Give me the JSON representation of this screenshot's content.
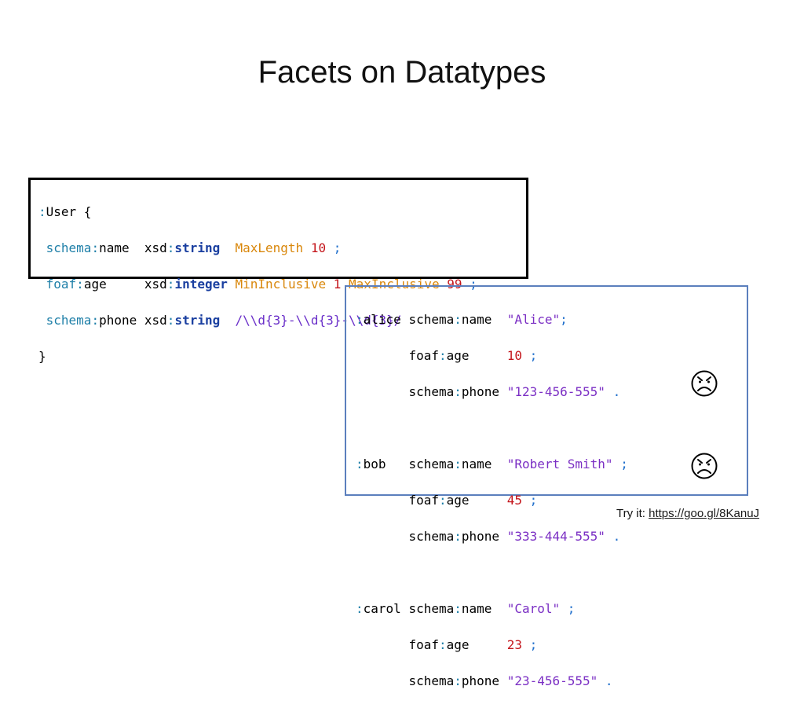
{
  "slide": {
    "title": "Facets on Datatypes"
  },
  "schema": {
    "line1": {
      "prefix": ":",
      "name": "User",
      "rest": " {"
    },
    "line2": {
      "indent": " ",
      "pfx": "schema",
      "colon": ":",
      "local": "name",
      "gap": "  ",
      "tpfx": "xsd",
      "tcolon": ":",
      "tlocal": "string",
      "gap2": "  ",
      "facet1": "MaxLength",
      "sp1": " ",
      "val1": "10",
      "sp2": " ",
      "end": ";"
    },
    "line3": {
      "indent": " ",
      "pfx": "foaf",
      "colon": ":",
      "local": "age",
      "gap": "     ",
      "tpfx": "xsd",
      "tcolon": ":",
      "tlocal": "integer",
      "gap2": " ",
      "facet1": "MinInclusive",
      "sp1": " ",
      "val1": "1",
      "sp2": " ",
      "facet2": "MaxInclusive",
      "sp3": " ",
      "val2": "99",
      "sp4": " ",
      "end": ";"
    },
    "line4": {
      "indent": " ",
      "pfx": "schema",
      "colon": ":",
      "local": "phone",
      "gap": " ",
      "tpfx": "xsd",
      "tcolon": ":",
      "tlocal": "string",
      "gap2": "  ",
      "regex": "/\\\\d{3}-\\\\d{3}-\\\\d{3}/"
    },
    "line5": "}"
  },
  "data": {
    "alice": {
      "subject": "alice",
      "name_value": "\"Alice\"",
      "name_end": ";",
      "age_value": "10",
      "age_end": ";",
      "phone_value": "\"123-456-555\"",
      "phone_end": "."
    },
    "bob": {
      "subject": "bob",
      "name_value": "\"Robert Smith\"",
      "name_end": ";",
      "age_value": "45",
      "age_end": ";",
      "phone_value": "\"333-444-555\"",
      "phone_end": "."
    },
    "carol": {
      "subject": "carol",
      "name_value": "\"Carol\"",
      "name_end": ";",
      "age_value": "23",
      "age_end": ";",
      "phone_value": "\"23-456-555\"",
      "phone_end": "."
    },
    "props": {
      "schema": "schema",
      "foaf": "foaf",
      "colon": ":",
      "name": "name",
      "age": "age",
      "phone": "phone"
    }
  },
  "icons": {
    "bob_status": "sad-face-icon",
    "carol_status": "sad-face-icon"
  },
  "footer": {
    "label": "Try it: ",
    "link": "https://goo.gl/8KanuJ"
  },
  "colors": {
    "prefix": "#1e7fa8",
    "type": "#1a3fa0",
    "facet": "#d9870b",
    "number": "#c4161c",
    "string": "#7b2fc4",
    "data_border": "#5b7fbd"
  }
}
